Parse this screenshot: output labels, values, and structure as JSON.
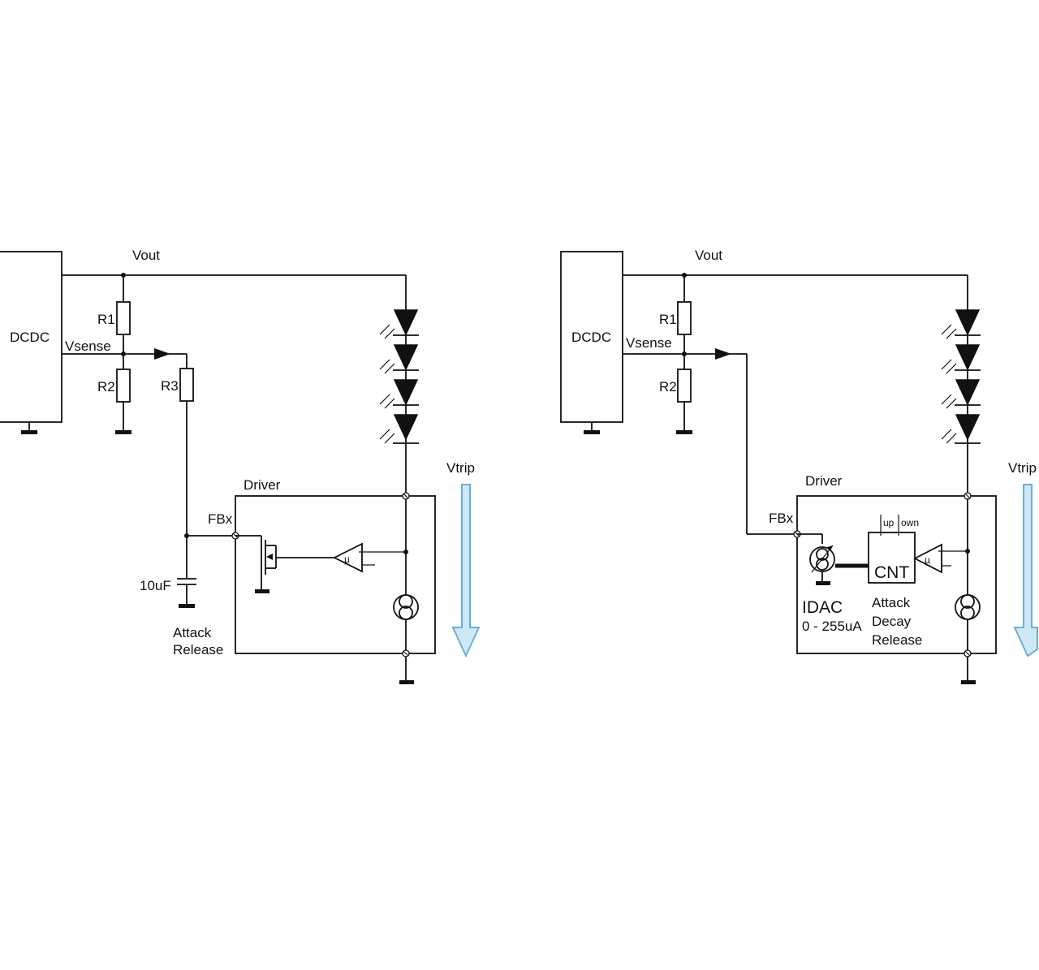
{
  "left": {
    "dcdc": "DCDC",
    "vout": "Vout",
    "vsense": "Vsense",
    "r1": "R1",
    "r2": "R2",
    "r3": "R3",
    "fbx": "FBx",
    "driver": "Driver",
    "cap": "10uF",
    "attack": "Attack",
    "release": "Release",
    "vtrip": "Vtrip"
  },
  "right": {
    "dcdc": "DCDC",
    "vout": "Vout",
    "vsense": "Vsense",
    "r1": "R1",
    "r2": "R2",
    "fbx": "FBx",
    "driver": "Driver",
    "idac": "IDAC",
    "idac_range": "0 - 255uA",
    "cnt": "CNT",
    "up": "up",
    "down": "own",
    "attack": "Attack",
    "decay": "Decay",
    "release": "Release",
    "vtrip": "Vtrip"
  },
  "colors": {
    "wire": "#111111",
    "vtrip_arrow_fill": "#cfe8f6",
    "vtrip_arrow_stroke": "#6aaed6"
  }
}
